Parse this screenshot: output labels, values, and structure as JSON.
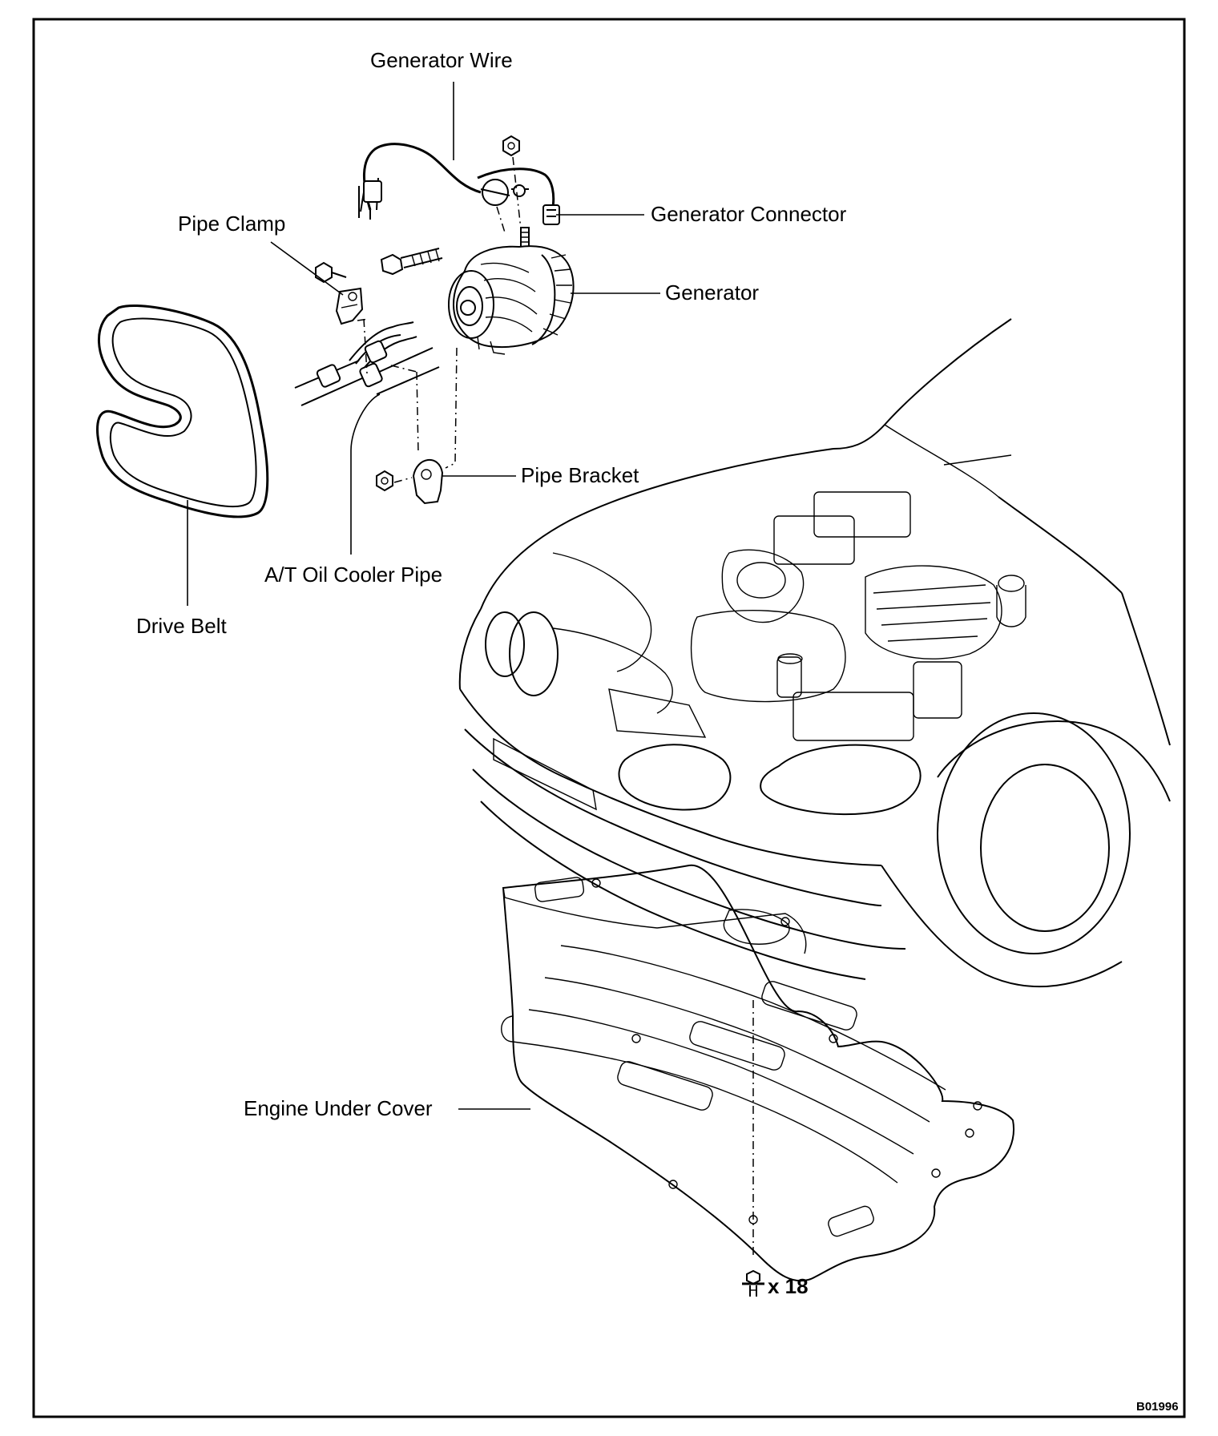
{
  "labels": {
    "generator_wire": "Generator Wire",
    "generator_connector": "Generator Connector",
    "pipe_clamp": "Pipe Clamp",
    "generator": "Generator",
    "pipe_bracket": "Pipe Bracket",
    "at_oil_cooler_pipe": "A/T Oil Cooler Pipe",
    "drive_belt": "Drive Belt",
    "engine_under_cover": "Engine Under Cover",
    "bolt_quantity": "x 18"
  },
  "figure_code": "B01996",
  "icons": [
    "bolt-icon"
  ]
}
